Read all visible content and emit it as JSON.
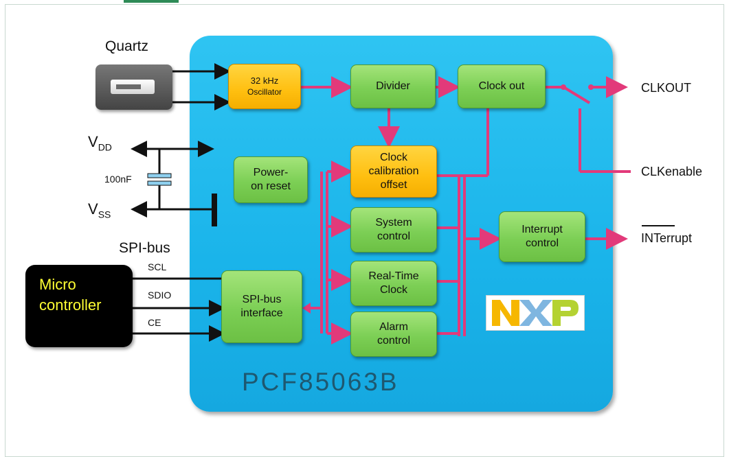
{
  "diagram": {
    "chip_name": "PCF85063B",
    "external": {
      "quartz": "Quartz",
      "vdd": "V",
      "vdd_sub": "DD",
      "vss": "V",
      "vss_sub": "SS",
      "capacitor": "100nF",
      "spi_bus": "SPI-bus",
      "scl": "SCL",
      "sdio": "SDIO",
      "ce": "CE",
      "microcontroller": "Micro\ncontroller",
      "clkout": "CLKOUT",
      "clkenable": "CLKenable",
      "interrupt": "INTerrupt"
    },
    "blocks": {
      "oscillator_line1": "32 kHz",
      "oscillator_line2": "Oscillator",
      "divider": "Divider",
      "clock_out": "Clock out",
      "power_on_reset": "Power-\non reset",
      "clock_calibration": "Clock\ncalibration\noffset",
      "system_control": "System\ncontrol",
      "real_time_clock": "Real-Time\nClock",
      "alarm_control": "Alarm\ncontrol",
      "interrupt_control": "Interrupt\ncontrol",
      "spi_interface": "SPI-bus\ninterface"
    },
    "colors": {
      "chip": "#1ab4ea",
      "block_green": "#7ccf55",
      "block_orange": "#ffbf10",
      "signal": "#e23a7a",
      "line": "#111111"
    }
  }
}
